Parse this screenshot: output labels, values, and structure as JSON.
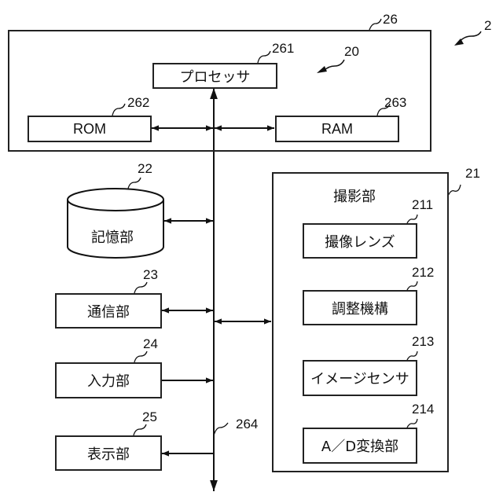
{
  "figure": {
    "ref_device": "2",
    "controller": {
      "ref_frame": "26",
      "ref_group": "20",
      "processor": {
        "ref": "261",
        "label": "プロセッサ"
      },
      "rom": {
        "ref": "262",
        "label": "ROM"
      },
      "ram": {
        "ref": "263",
        "label": "RAM"
      }
    },
    "bus": {
      "ref": "264"
    },
    "storage": {
      "ref": "22",
      "label": "記憶部"
    },
    "communication": {
      "ref": "23",
      "label": "通信部"
    },
    "input": {
      "ref": "24",
      "label": "入力部"
    },
    "display": {
      "ref": "25",
      "label": "表示部"
    },
    "imaging": {
      "ref": "21",
      "label": "撮影部",
      "lens": {
        "ref": "211",
        "label": "撮像レンズ"
      },
      "adjust": {
        "ref": "212",
        "label": "調整機構"
      },
      "sensor": {
        "ref": "213",
        "label": "イメージセンサ"
      },
      "adc": {
        "ref": "214",
        "label": "A／D変換部"
      }
    }
  }
}
